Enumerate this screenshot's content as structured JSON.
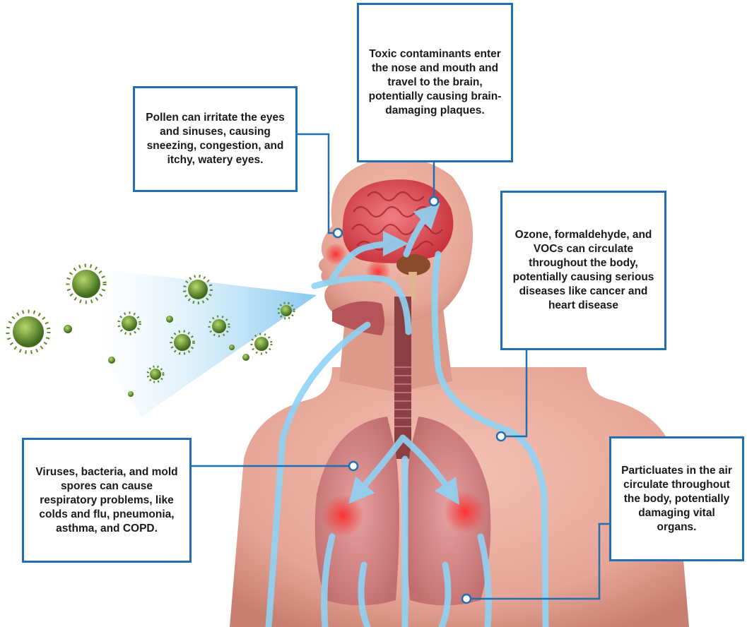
{
  "callouts": {
    "pollen": "Pollen can irritate the eyes and sinuses, causing sneezing, congestion, and itchy, watery eyes.",
    "toxic": "Toxic contaminants enter the nose and mouth and travel to the brain, potentially causing brain-damaging plaques.",
    "ozone": "Ozone, formaldehyde, and VOCs can circulate throughout the body, potentially causing serious diseases like cancer and heart disease",
    "viruses": "Viruses, bacteria, and mold spores can cause respiratory problems, like colds and flu, pneumonia, asthma, and COPD.",
    "particulates": "Particluates in the air circulate throughout the body, potentially damaging vital organs."
  },
  "colors": {
    "callout_border": "#1f6fb2",
    "skin": "#e6a596",
    "airflow": "#8fd3f4",
    "brain": "#d9474e",
    "germ": "#6f9a2e",
    "hotspot": "#e8282d"
  },
  "icons": [
    "germ-icon",
    "airflow-arrow-icon",
    "callout-dot-icon"
  ]
}
